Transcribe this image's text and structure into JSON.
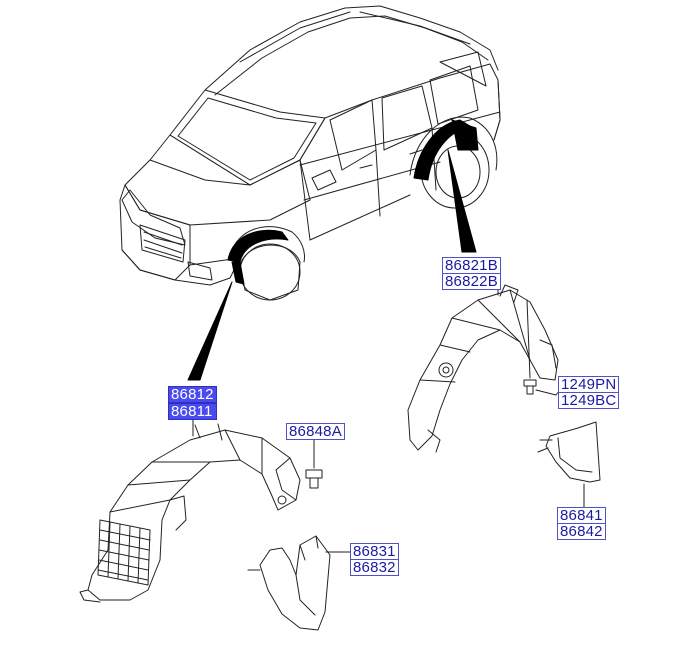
{
  "parts": {
    "front_liner": {
      "codes": [
        "86812",
        "86811"
      ]
    },
    "rear_liner": {
      "codes": [
        "86821B",
        "86822B"
      ]
    },
    "bolt": {
      "code": "86848A"
    },
    "screw": {
      "codes": [
        "1249PN",
        "1249BC"
      ]
    },
    "front_mudguard": {
      "codes": [
        "86831",
        "86832"
      ]
    },
    "rear_mudguard": {
      "codes": [
        "86841",
        "86842"
      ]
    }
  },
  "colors": {
    "label_text": "#1a1aa0",
    "label_border": "#5050c8",
    "highlight": "#4a4af0",
    "line": "#222222"
  }
}
